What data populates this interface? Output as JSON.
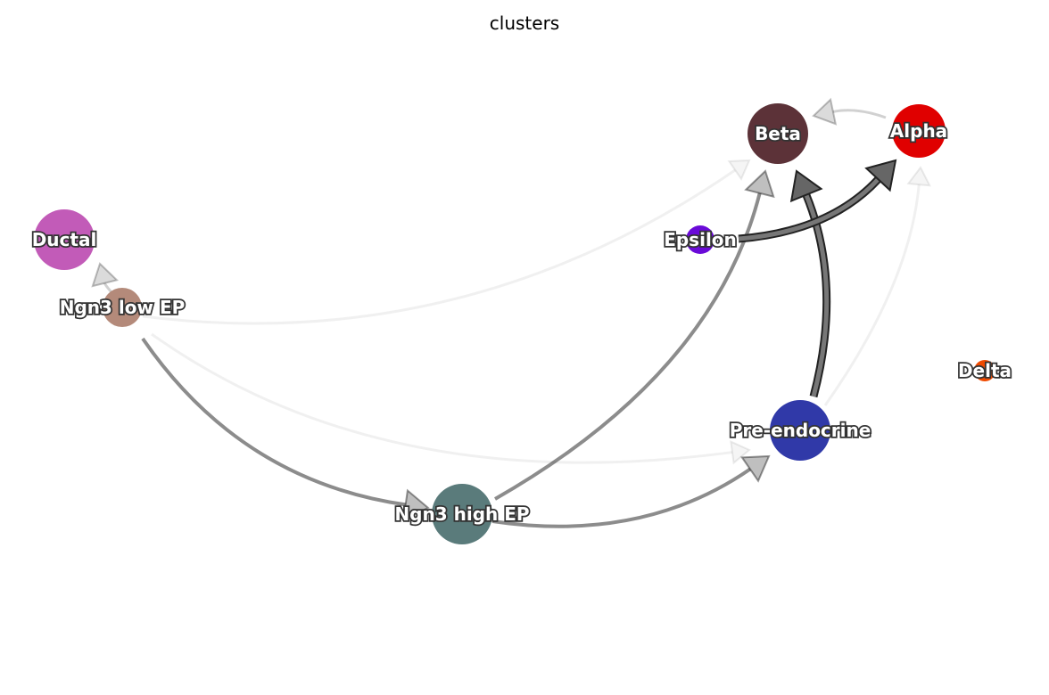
{
  "title": "clusters",
  "nodes": [
    {
      "id": "ductal",
      "label": "Ductal",
      "color": "#c25bb8",
      "size": "large"
    },
    {
      "id": "ngn3_low",
      "label": "Ngn3 low EP",
      "color": "#b48a7a",
      "size": "small"
    },
    {
      "id": "ngn3_high",
      "label": "Ngn3 high EP",
      "color": "#5a7b7b",
      "size": "large"
    },
    {
      "id": "pre_endocrine",
      "label": "Pre-endocrine",
      "color": "#3039a8",
      "size": "large"
    },
    {
      "id": "beta",
      "label": "Beta",
      "color": "#5c3238",
      "size": "large"
    },
    {
      "id": "alpha",
      "label": "Alpha",
      "color": "#e00000",
      "size": "medium"
    },
    {
      "id": "epsilon",
      "label": "Epsilon",
      "color": "#6a0ad8",
      "size": "tiny"
    },
    {
      "id": "delta",
      "label": "Delta",
      "color": "#f04a00",
      "size": "dot"
    }
  ],
  "edges": [
    {
      "from": "ngn3_low",
      "to": "ductal",
      "weight": "weak"
    },
    {
      "from": "ngn3_low",
      "to": "beta",
      "weight": "faint"
    },
    {
      "from": "ngn3_low",
      "to": "ngn3_high",
      "weight": "medium"
    },
    {
      "from": "ngn3_low",
      "to": "pre_endocrine",
      "weight": "faint"
    },
    {
      "from": "ngn3_high",
      "to": "beta",
      "weight": "medium"
    },
    {
      "from": "ngn3_high",
      "to": "pre_endocrine",
      "weight": "medium"
    },
    {
      "from": "pre_endocrine",
      "to": "beta",
      "weight": "strong"
    },
    {
      "from": "pre_endocrine",
      "to": "alpha",
      "weight": "faint"
    },
    {
      "from": "epsilon",
      "to": "alpha",
      "weight": "strong"
    },
    {
      "from": "alpha",
      "to": "beta",
      "weight": "weak"
    }
  ]
}
